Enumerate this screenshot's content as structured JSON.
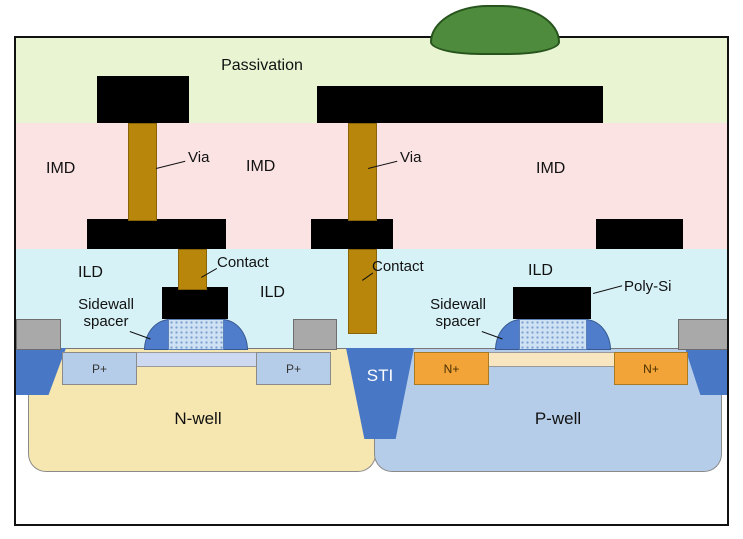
{
  "diagram": {
    "labels": {
      "passivation": "Passivation",
      "imd": "IMD",
      "ild": "ILD",
      "via": "Via",
      "contact": "Contact",
      "poly_si": "Poly-Si",
      "sidewall_spacer_line1": "Sidewall",
      "sidewall_spacer_line2": "spacer",
      "sti": "STI",
      "n_well": "N-well",
      "p_well": "P-well",
      "p_plus": "P+",
      "n_plus": "N+"
    },
    "colors": {
      "passivation": "#e9f4d3",
      "imd": "#fbe3e4",
      "ild": "#d7f2f7",
      "n_well": "#f6e6b0",
      "p_well": "#b6cde9",
      "sti": "#4877c5",
      "spacer": "#4f7ccb",
      "metal": "#000000",
      "via": "#b8860b",
      "bump": "#4e8b3c",
      "pad": "#a9a9a9",
      "p_plus": "#b6cde9",
      "n_plus": "#f2a438",
      "substrate": "#ffffff"
    }
  }
}
